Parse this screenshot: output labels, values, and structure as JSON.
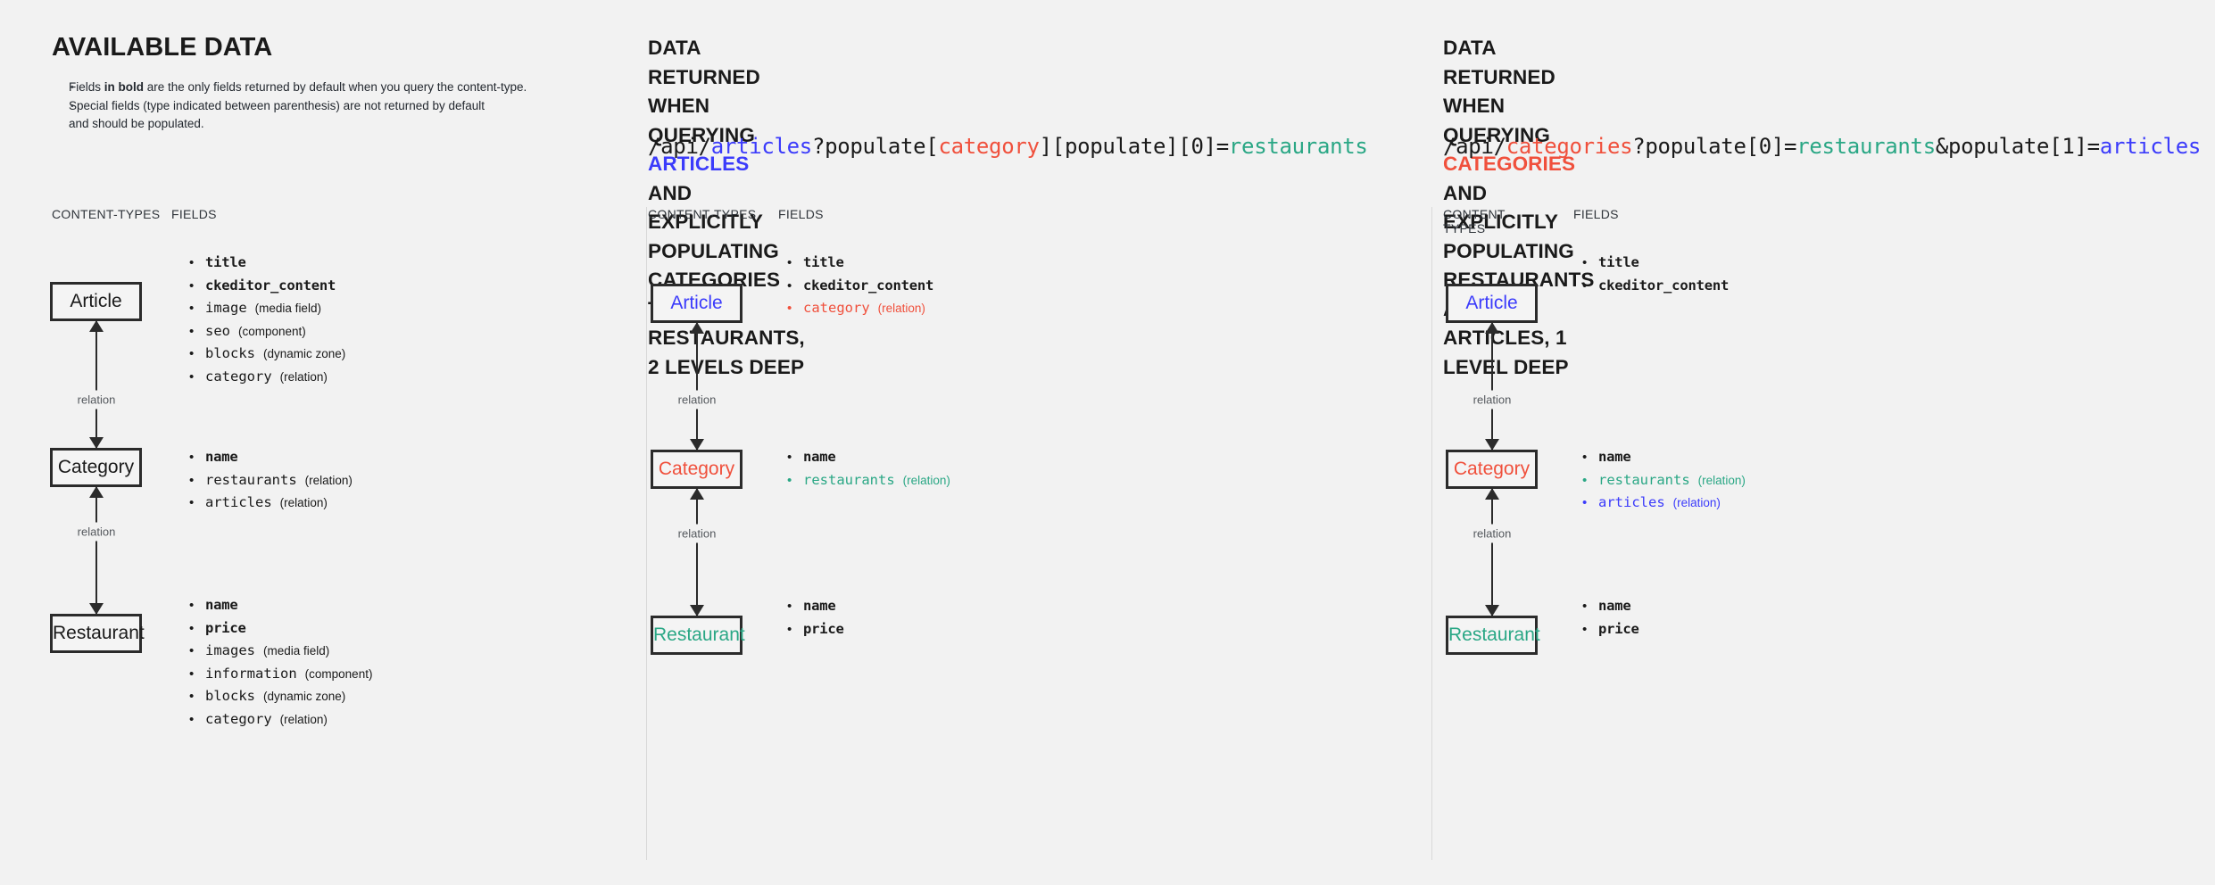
{
  "colors": {
    "articles_blue": "#3b3bfb",
    "categories_red": "#f0503c",
    "restaurants_teal": "#2aa785",
    "text_dark": "#1a1a1a",
    "background": "#f2f2f2"
  },
  "panel1": {
    "title": "AVAILABLE DATA",
    "legend": [
      "Fields in bold are the only fields returned by default when you query the content-type.",
      "Special fields (type indicated between parenthesis) are not returned by default and should be populated."
    ],
    "legend_parts": {
      "l1_a": "Fields ",
      "l1_b": "in bold",
      "l1_c": " are the only fields returned by default when you query the content-type.",
      "l2_a": "Special fields (type indicated between parenthesis) are not returned by default",
      "l2_b": "and should be populated."
    },
    "captions": {
      "content_types": "CONTENT-TYPES",
      "fields": "FIELDS"
    },
    "nodes": [
      {
        "label": "Article",
        "color": "dark"
      },
      {
        "label": "Category",
        "color": "dark"
      },
      {
        "label": "Restaurant",
        "color": "dark"
      }
    ],
    "arrow_labels": [
      "relation",
      "relation"
    ],
    "groups": [
      {
        "for": "Article",
        "fields": [
          {
            "name": "title",
            "type": "",
            "bold": true,
            "color": "dark"
          },
          {
            "name": "ckeditor_content",
            "type": "",
            "bold": true,
            "color": "dark"
          },
          {
            "name": "image",
            "type": "(media field)",
            "bold": false,
            "color": "dark"
          },
          {
            "name": "seo",
            "type": "(component)",
            "bold": false,
            "color": "dark"
          },
          {
            "name": "blocks",
            "type": "(dynamic zone)",
            "bold": false,
            "color": "dark"
          },
          {
            "name": "category",
            "type": "(relation)",
            "bold": false,
            "color": "dark"
          }
        ]
      },
      {
        "for": "Category",
        "fields": [
          {
            "name": "name",
            "type": "",
            "bold": true,
            "color": "dark"
          },
          {
            "name": "restaurants",
            "type": "(relation)",
            "bold": false,
            "color": "dark"
          },
          {
            "name": "articles",
            "type": "(relation)",
            "bold": false,
            "color": "dark"
          }
        ]
      },
      {
        "for": "Restaurant",
        "fields": [
          {
            "name": "name",
            "type": "",
            "bold": true,
            "color": "dark"
          },
          {
            "name": "price",
            "type": "",
            "bold": true,
            "color": "dark"
          },
          {
            "name": "images",
            "type": "(media field)",
            "bold": false,
            "color": "dark"
          },
          {
            "name": "information",
            "type": "(component)",
            "bold": false,
            "color": "dark"
          },
          {
            "name": "blocks",
            "type": "(dynamic zone)",
            "bold": false,
            "color": "dark"
          },
          {
            "name": "category",
            "type": "(relation)",
            "bold": false,
            "color": "dark"
          }
        ]
      }
    ]
  },
  "panel2": {
    "title_line1_a": "DATA RETURNED WHEN QUERYING ",
    "title_line1_b": "ARTICLES",
    "title_line2": "AND EXPLICITLY POPULATING",
    "title_line3": "CATEGORIES THEN RESTAURANTS, 2 LEVELS DEEP",
    "endpoint": "/api/articles?populate[category][populate][0]=restaurants",
    "endpoint_parts": [
      {
        "text": "/api/",
        "color": "dark"
      },
      {
        "text": "articles",
        "color": "blue"
      },
      {
        "text": "?populate[",
        "color": "dark"
      },
      {
        "text": "category",
        "color": "red"
      },
      {
        "text": "][populate][0]=",
        "color": "dark"
      },
      {
        "text": "restaurants",
        "color": "teal"
      }
    ],
    "captions": {
      "content_types": "CONTENT-TYPES",
      "fields": "FIELDS"
    },
    "nodes": [
      {
        "label": "Article",
        "color": "blue"
      },
      {
        "label": "Category",
        "color": "red"
      },
      {
        "label": "Restaurant",
        "color": "teal"
      }
    ],
    "arrow_labels": [
      "relation",
      "relation"
    ],
    "groups": [
      {
        "for": "Article",
        "fields": [
          {
            "name": "title",
            "type": "",
            "bold": true,
            "color": "dark"
          },
          {
            "name": "ckeditor_content",
            "type": "",
            "bold": true,
            "color": "dark"
          },
          {
            "name": "category",
            "type": "(relation)",
            "bold": false,
            "color": "red"
          }
        ]
      },
      {
        "for": "Category",
        "fields": [
          {
            "name": "name",
            "type": "",
            "bold": true,
            "color": "dark"
          },
          {
            "name": "restaurants",
            "type": "(relation)",
            "bold": false,
            "color": "teal"
          }
        ]
      },
      {
        "for": "Restaurant",
        "fields": [
          {
            "name": "name",
            "type": "",
            "bold": true,
            "color": "dark"
          },
          {
            "name": "price",
            "type": "",
            "bold": true,
            "color": "dark"
          }
        ]
      }
    ]
  },
  "panel3": {
    "title_line1_a": "DATA RETURNED WHEN QUERYING ",
    "title_line1_b": "CATEGORIES",
    "title_line2": "AND EXPLICITLY POPULATING",
    "title_line3": "RESTAURANTS AND ARTICLES, 1 LEVEL DEEP",
    "endpoint": "/api/categories?populate[0]=restaurants&populate[1]=articles",
    "endpoint_parts": [
      {
        "text": "/api/",
        "color": "dark"
      },
      {
        "text": "categories",
        "color": "red"
      },
      {
        "text": "?populate[0]=",
        "color": "dark"
      },
      {
        "text": "restaurants",
        "color": "teal"
      },
      {
        "text": "&populate[1]=",
        "color": "dark"
      },
      {
        "text": "articles",
        "color": "blue"
      }
    ],
    "captions": {
      "content_types": "CONTENT-TYPES",
      "fields": "FIELDS"
    },
    "nodes": [
      {
        "label": "Article",
        "color": "blue"
      },
      {
        "label": "Category",
        "color": "red"
      },
      {
        "label": "Restaurant",
        "color": "teal"
      }
    ],
    "arrow_labels": [
      "relation",
      "relation"
    ],
    "groups": [
      {
        "for": "Article",
        "fields": [
          {
            "name": "title",
            "type": "",
            "bold": true,
            "color": "dark"
          },
          {
            "name": "ckeditor_content",
            "type": "",
            "bold": true,
            "color": "dark"
          }
        ]
      },
      {
        "for": "Category",
        "fields": [
          {
            "name": "name",
            "type": "",
            "bold": true,
            "color": "dark"
          },
          {
            "name": "restaurants",
            "type": "(relation)",
            "bold": false,
            "color": "teal"
          },
          {
            "name": "articles",
            "type": "(relation)",
            "bold": false,
            "color": "blue"
          }
        ]
      },
      {
        "for": "Restaurant",
        "fields": [
          {
            "name": "name",
            "type": "",
            "bold": true,
            "color": "dark"
          },
          {
            "name": "price",
            "type": "",
            "bold": true,
            "color": "dark"
          }
        ]
      }
    ]
  }
}
